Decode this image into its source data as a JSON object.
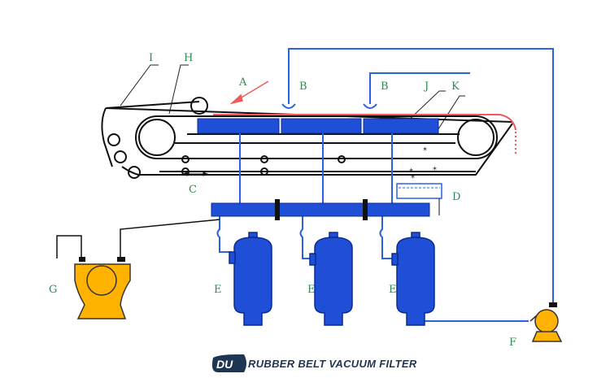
{
  "labels": {
    "a": "A",
    "b1": "B",
    "b2": "B",
    "c": "C",
    "d": "D",
    "e1": "E",
    "e2": "E",
    "e3": "E",
    "f": "F",
    "g": "G",
    "h": "H",
    "i": "I",
    "j": "J",
    "k": "K"
  },
  "title": {
    "logo": "DU",
    "text": "RUBBER BELT VACUUM FILTER"
  },
  "colors": {
    "blue": "#1f4fd6",
    "pipe": "#2b62e0",
    "pump": "#ffb300",
    "slurry": "#f05a5a",
    "label": "#2f8a55",
    "belt": "#111111"
  }
}
